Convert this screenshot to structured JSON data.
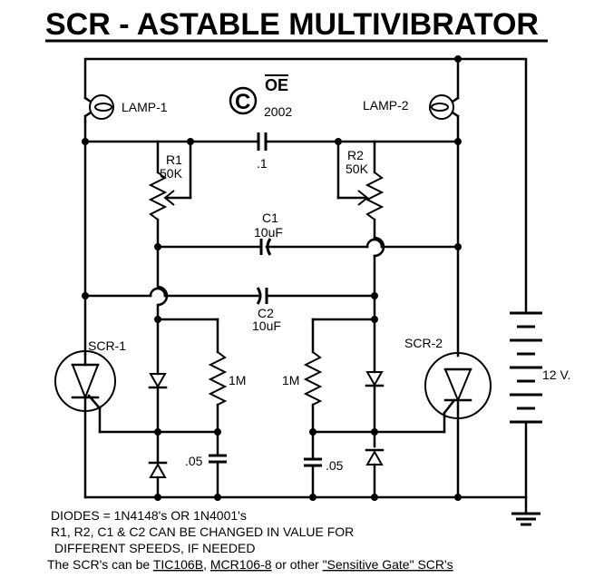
{
  "title": "SCR - ASTABLE MULTIVIBRATOR",
  "copyright": {
    "symbol": "C",
    "mark": "OE",
    "year": "2002"
  },
  "components": {
    "lamp1": "LAMP-1",
    "lamp2": "LAMP-2",
    "r1": {
      "name": "R1",
      "value": "50K"
    },
    "r2": {
      "name": "R2",
      "value": "50K"
    },
    "c_top": ".1",
    "c1": {
      "name": "C1",
      "value": "10uF"
    },
    "c2": {
      "name": "C2",
      "value": "10uF"
    },
    "scr1": "SCR-1",
    "scr2": "SCR-2",
    "res_left": "1M",
    "res_right": "1M",
    "cap_left": ".05",
    "cap_right": ".05",
    "battery": "12 V."
  },
  "notes": {
    "line1": "DIODES = 1N4148's OR 1N4001's",
    "line2": "R1, R2, C1 & C2 CAN BE CHANGED IN VALUE FOR",
    "line3": "DIFFERENT SPEEDS, IF NEEDED",
    "line4": {
      "prefix": "The SCR's can be ",
      "part1": "TIC106B",
      "sep1": ", ",
      "part2": "MCR106-8",
      "sep2": " or other ",
      "quote": "\"Sensitive Gate\" SCR's"
    }
  }
}
